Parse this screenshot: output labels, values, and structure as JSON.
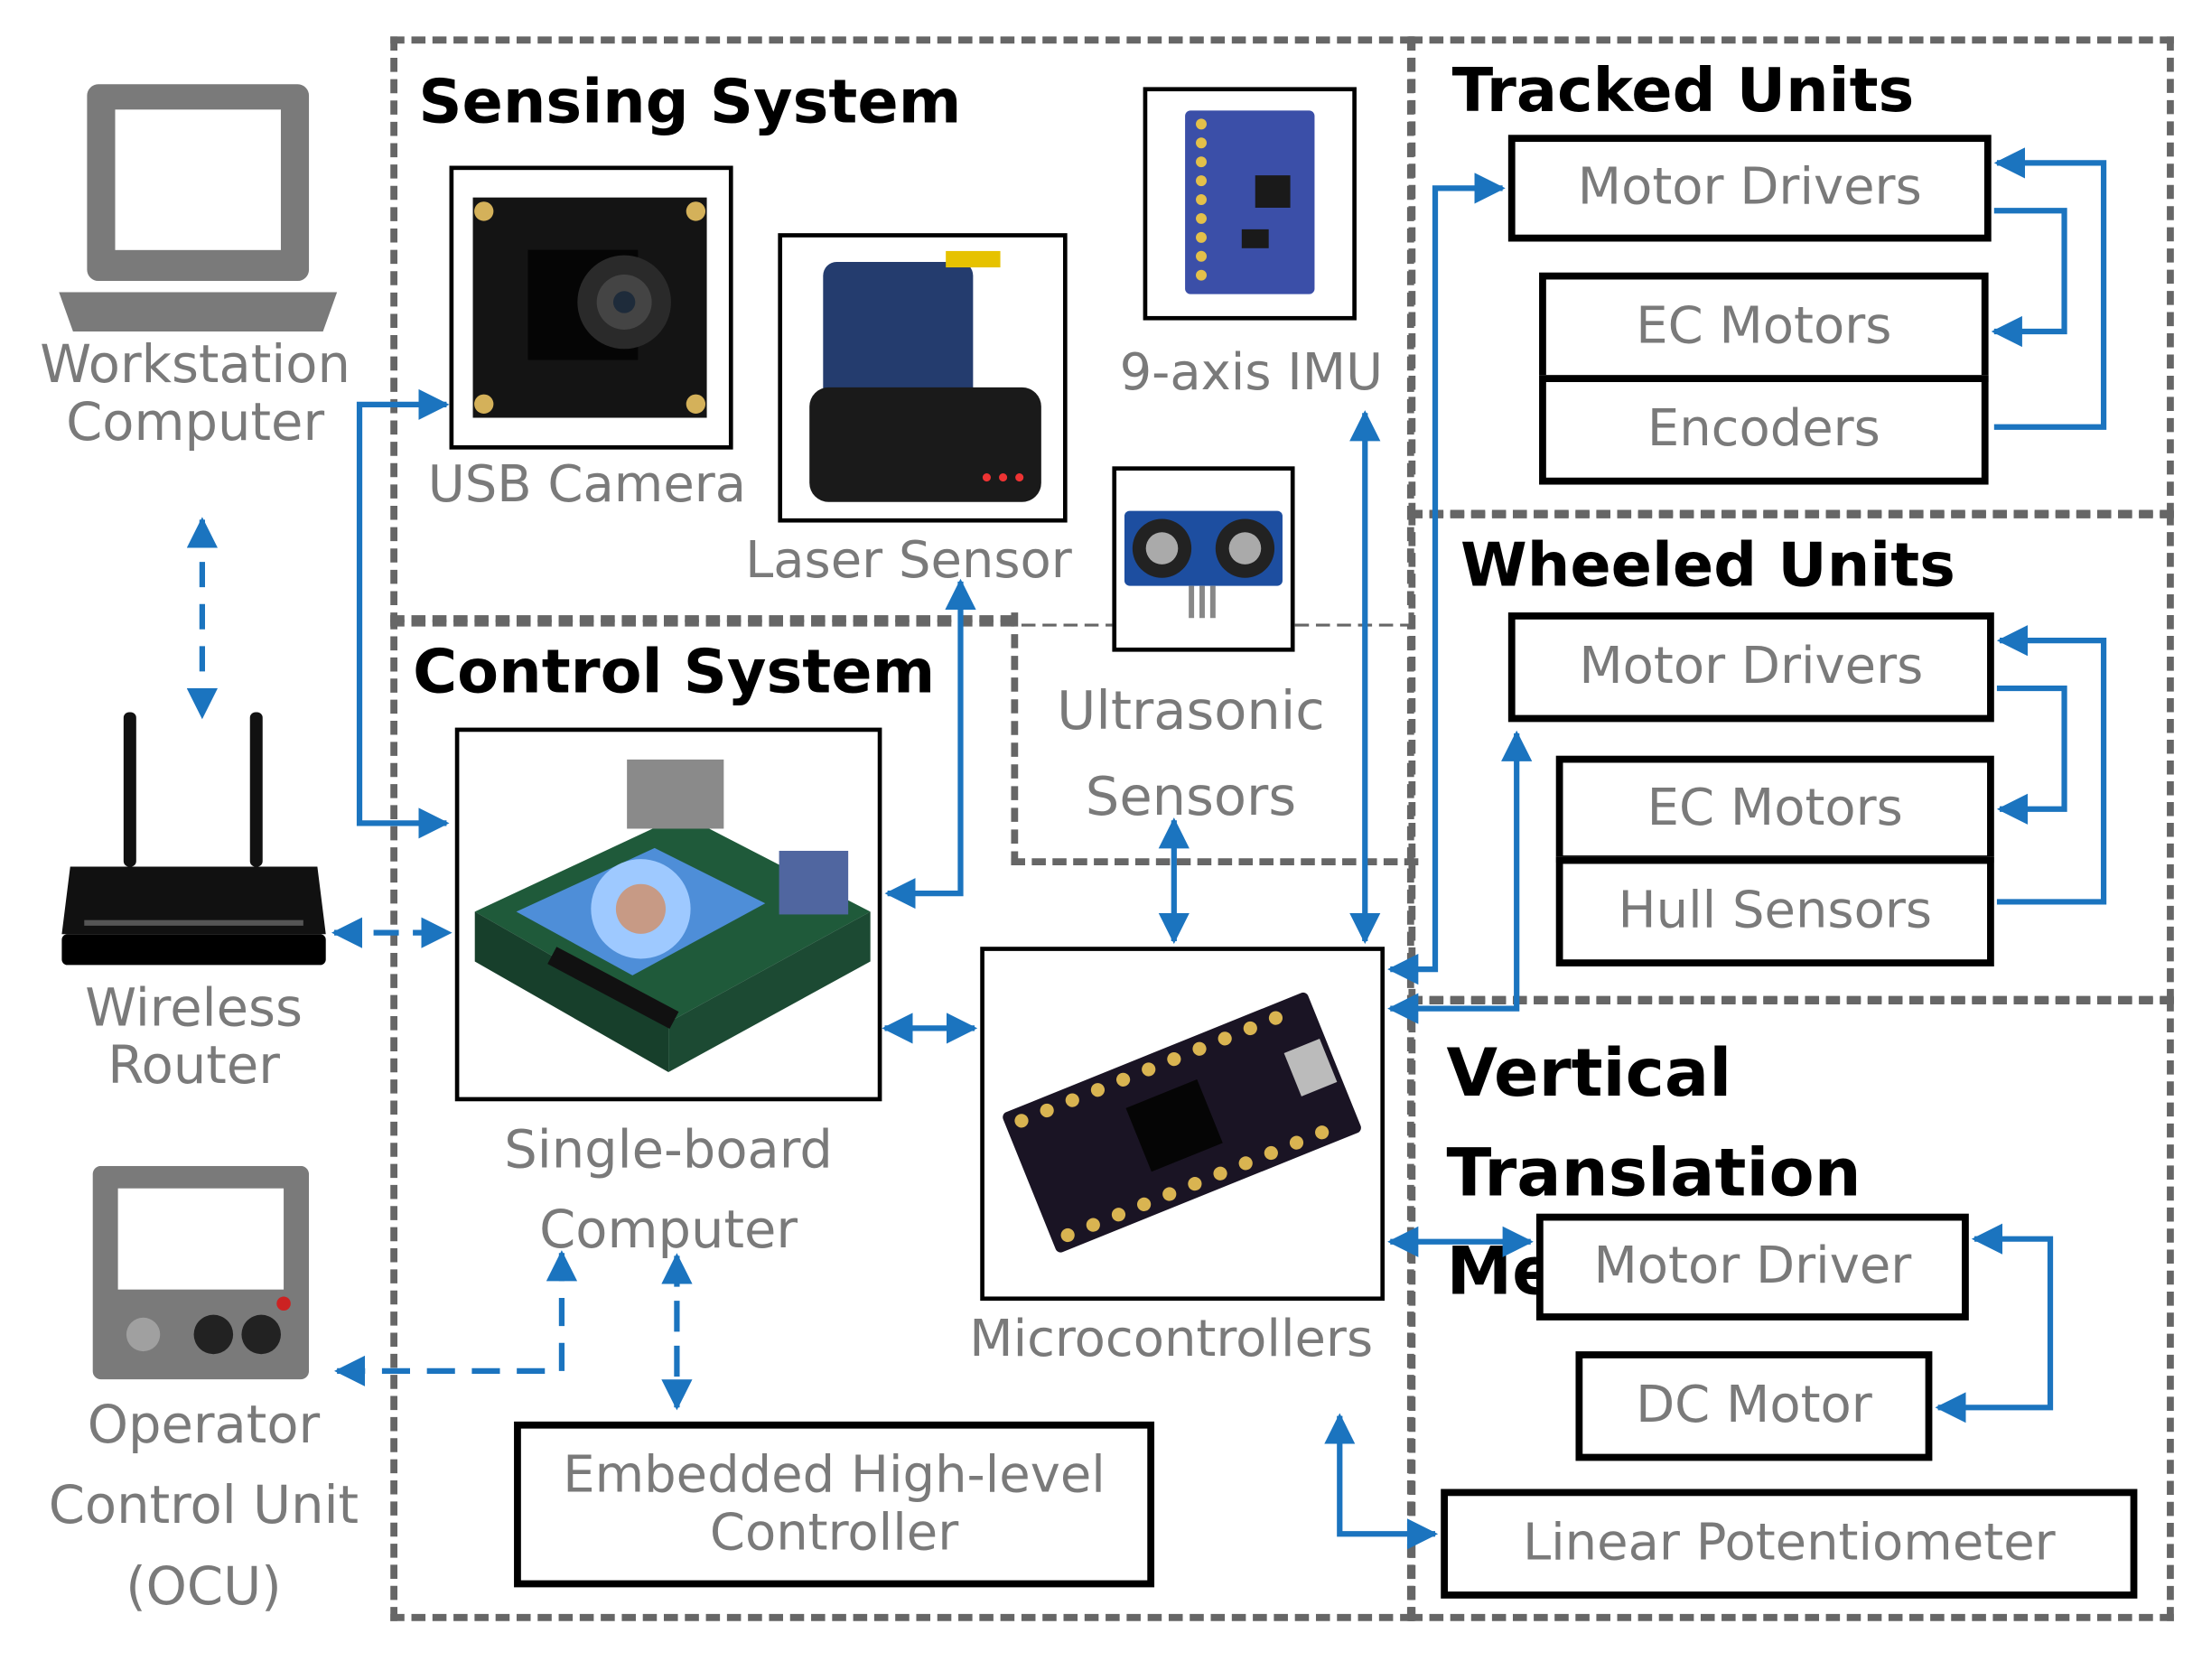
{
  "colors": {
    "accent": "#1b74bf",
    "frame": "#666666",
    "text_gray": "#7a7a7a",
    "box_border": "#000000"
  },
  "regions": {
    "sensing": "Sensing System",
    "control": "Control System",
    "tracked": "Tracked Units",
    "wheeled": "Wheeled Units",
    "vertical": "Vertical Translation Mechanism"
  },
  "external": {
    "workstation": "Workstation Computer",
    "router": "Wireless Router",
    "ocu": "Operator Control Unit (OCU)"
  },
  "sensors": {
    "camera": "USB Camera",
    "laser": "Laser Sensor",
    "imu": "9-axis IMU",
    "ultrasonic": "Ultrasonic Sensors"
  },
  "control": {
    "sbc": "Single-board Computer",
    "mcu": "Microcontrollers",
    "embedded": "Embedded High-level Controller"
  },
  "tracked": {
    "drivers": "Motor Drivers",
    "motors": "EC Motors",
    "encoders": "Encoders"
  },
  "wheeled": {
    "drivers": "Motor Drivers",
    "motors": "EC Motors",
    "hull": "Hull Sensors"
  },
  "vertical": {
    "driver": "Motor Driver",
    "motor": "DC Motor",
    "pot": "Linear Potentiometer"
  },
  "icons": [
    "laptop-icon",
    "router-icon",
    "gamepad-icon"
  ]
}
